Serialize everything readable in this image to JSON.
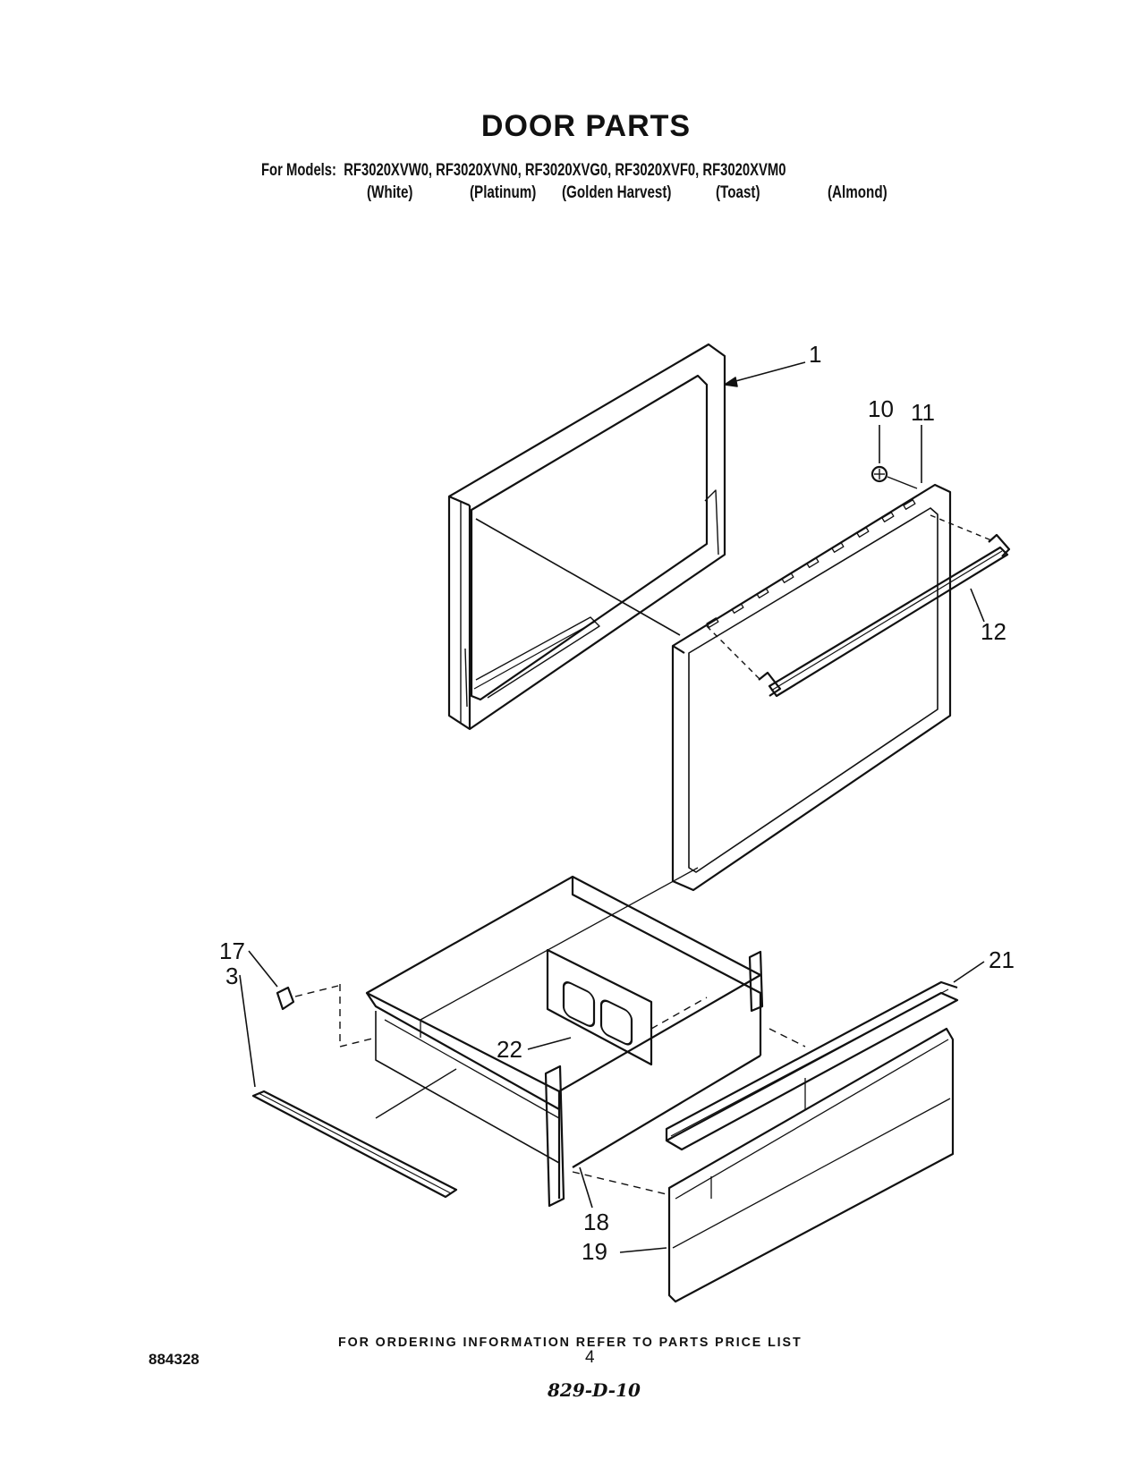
{
  "header": {
    "title": "DOOR PARTS",
    "models_line": "For Models:  RF3020XVW0, RF3020XVN0, RF3020XVG0, RF3020XVF0, RF3020XVM0",
    "colors": [
      "(White)",
      "(Platinum)",
      "(Golden Harvest)",
      "(Toast)",
      "(Almond)"
    ]
  },
  "callouts": [
    "1",
    "10",
    "11",
    "12",
    "17",
    "3",
    "21",
    "22",
    "18",
    "19"
  ],
  "footer": {
    "ordering_note": "FOR ORDERING INFORMATION REFER TO PARTS PRICE LIST",
    "code": "884328",
    "page_number": "4",
    "handwritten": "829-D-10"
  }
}
